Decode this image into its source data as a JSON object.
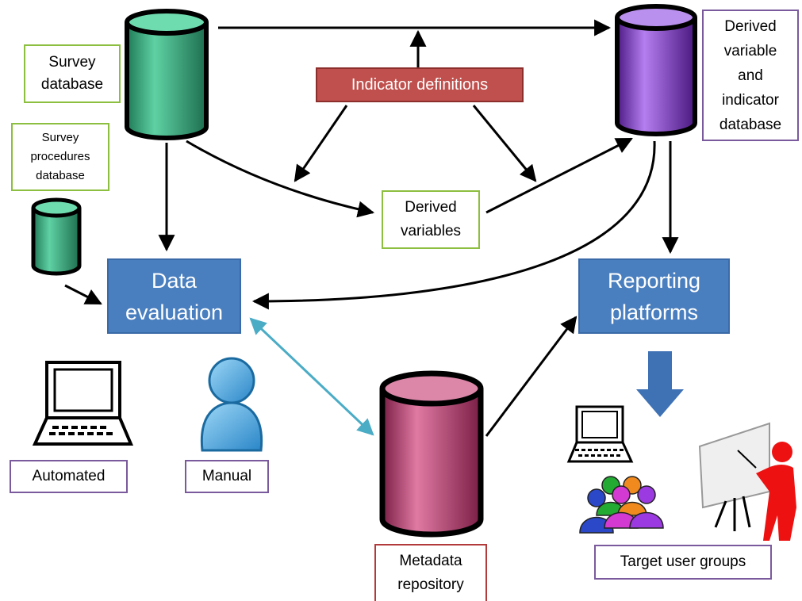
{
  "labels": {
    "survey_db": "Survey\ndatabase",
    "survey_proc_db": "Survey\nprocedures\ndatabase",
    "indicator_defs": "Indicator definitions",
    "derived_var_db": "Derived\nvariable\nand\nindicator\ndatabase",
    "derived_vars": "Derived\nvariables",
    "data_eval": "Data\nevaluation",
    "reporting": "Reporting\nplatforms",
    "automated": "Automated",
    "manual": "Manual",
    "metadata": "Metadata\nrepository",
    "target_users": "Target user groups"
  },
  "colors": {
    "survey_cyl": "#3cb486",
    "small_cyl": "#3cb486",
    "derived_cyl": "#8a3cc8",
    "metadata_cyl": "#b8406e",
    "process_box": "#4a7fbf",
    "indicator_box": "#c0504d",
    "arrow": "#000000",
    "bidir_arrow": "#4bacc6",
    "user_icon": "#3c9ed8"
  },
  "icons": [
    "laptop-icon",
    "person-icon",
    "presenter-icon",
    "user-group-icon",
    "down-arrow-icon"
  ]
}
